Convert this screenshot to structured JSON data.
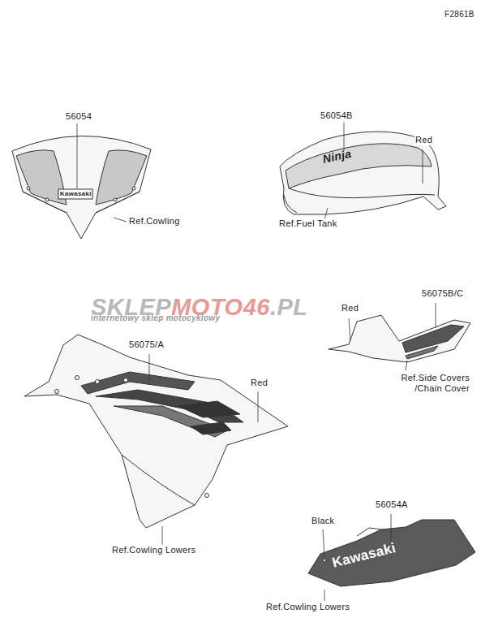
{
  "diagram": {
    "labels": [
      "F2861B",
      "56054",
      "Kawasaki",
      "Ref.Cowling",
      "56054B",
      "Ninja",
      "Red",
      "Ref.Fuel Tank",
      "SKLEP",
      "MOTO46",
      ".PL",
      "internetowy sklep motocyklowy",
      "56075/A",
      "Red",
      "56075B/C",
      "Red",
      "Ref.Side Covers /Chain Cover",
      "Ref.Cowling Lowers",
      "Black",
      "56054A",
      "Kawasaki",
      "Ref.Cowling Lowers"
    ]
  }
}
